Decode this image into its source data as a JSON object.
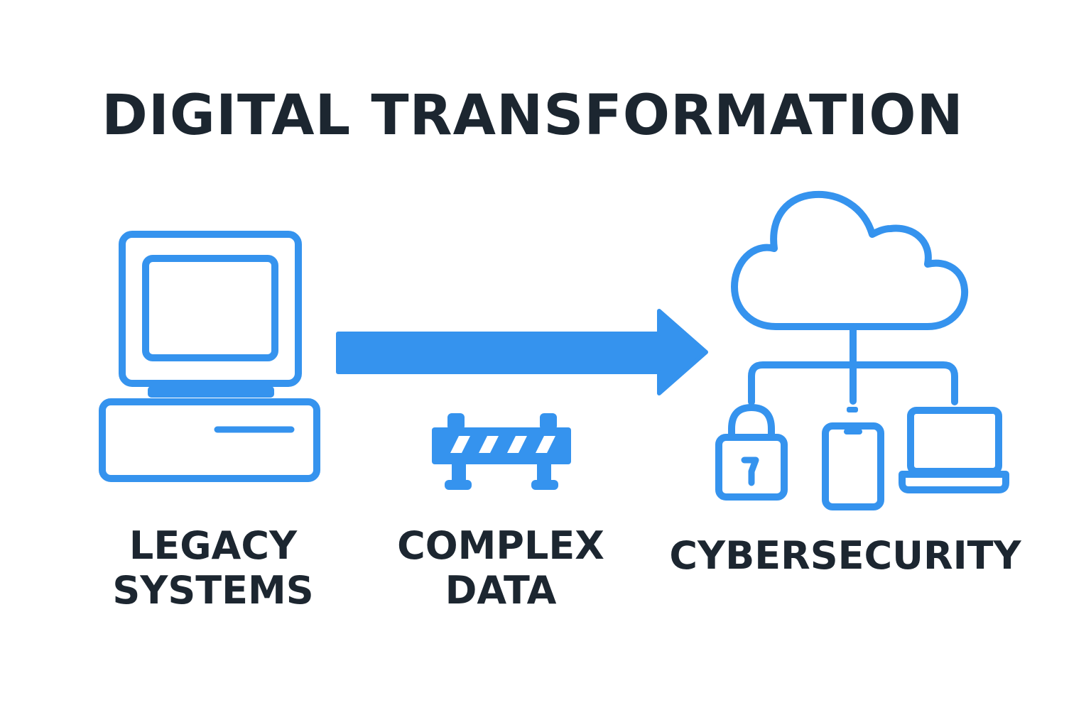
{
  "title": "DIGITAL TRANSFORMATION",
  "nodes": [
    {
      "id": "legacy",
      "line1": "LEGACY",
      "line2": "SYSTEMS",
      "icon": "legacy-computer-icon"
    },
    {
      "id": "complex",
      "line1": "COMPLEX",
      "line2": "DATA",
      "icon": "barrier-icon"
    },
    {
      "id": "cyber",
      "line1": "CYBERSECURITY",
      "icon": "cloud-network-icon"
    }
  ],
  "edges": [
    {
      "from": "legacy",
      "to": "cyber",
      "style": "thick-arrow"
    }
  ],
  "colors": {
    "accent": "#3593ee",
    "text": "#1c2630",
    "background": "#ffffff"
  }
}
